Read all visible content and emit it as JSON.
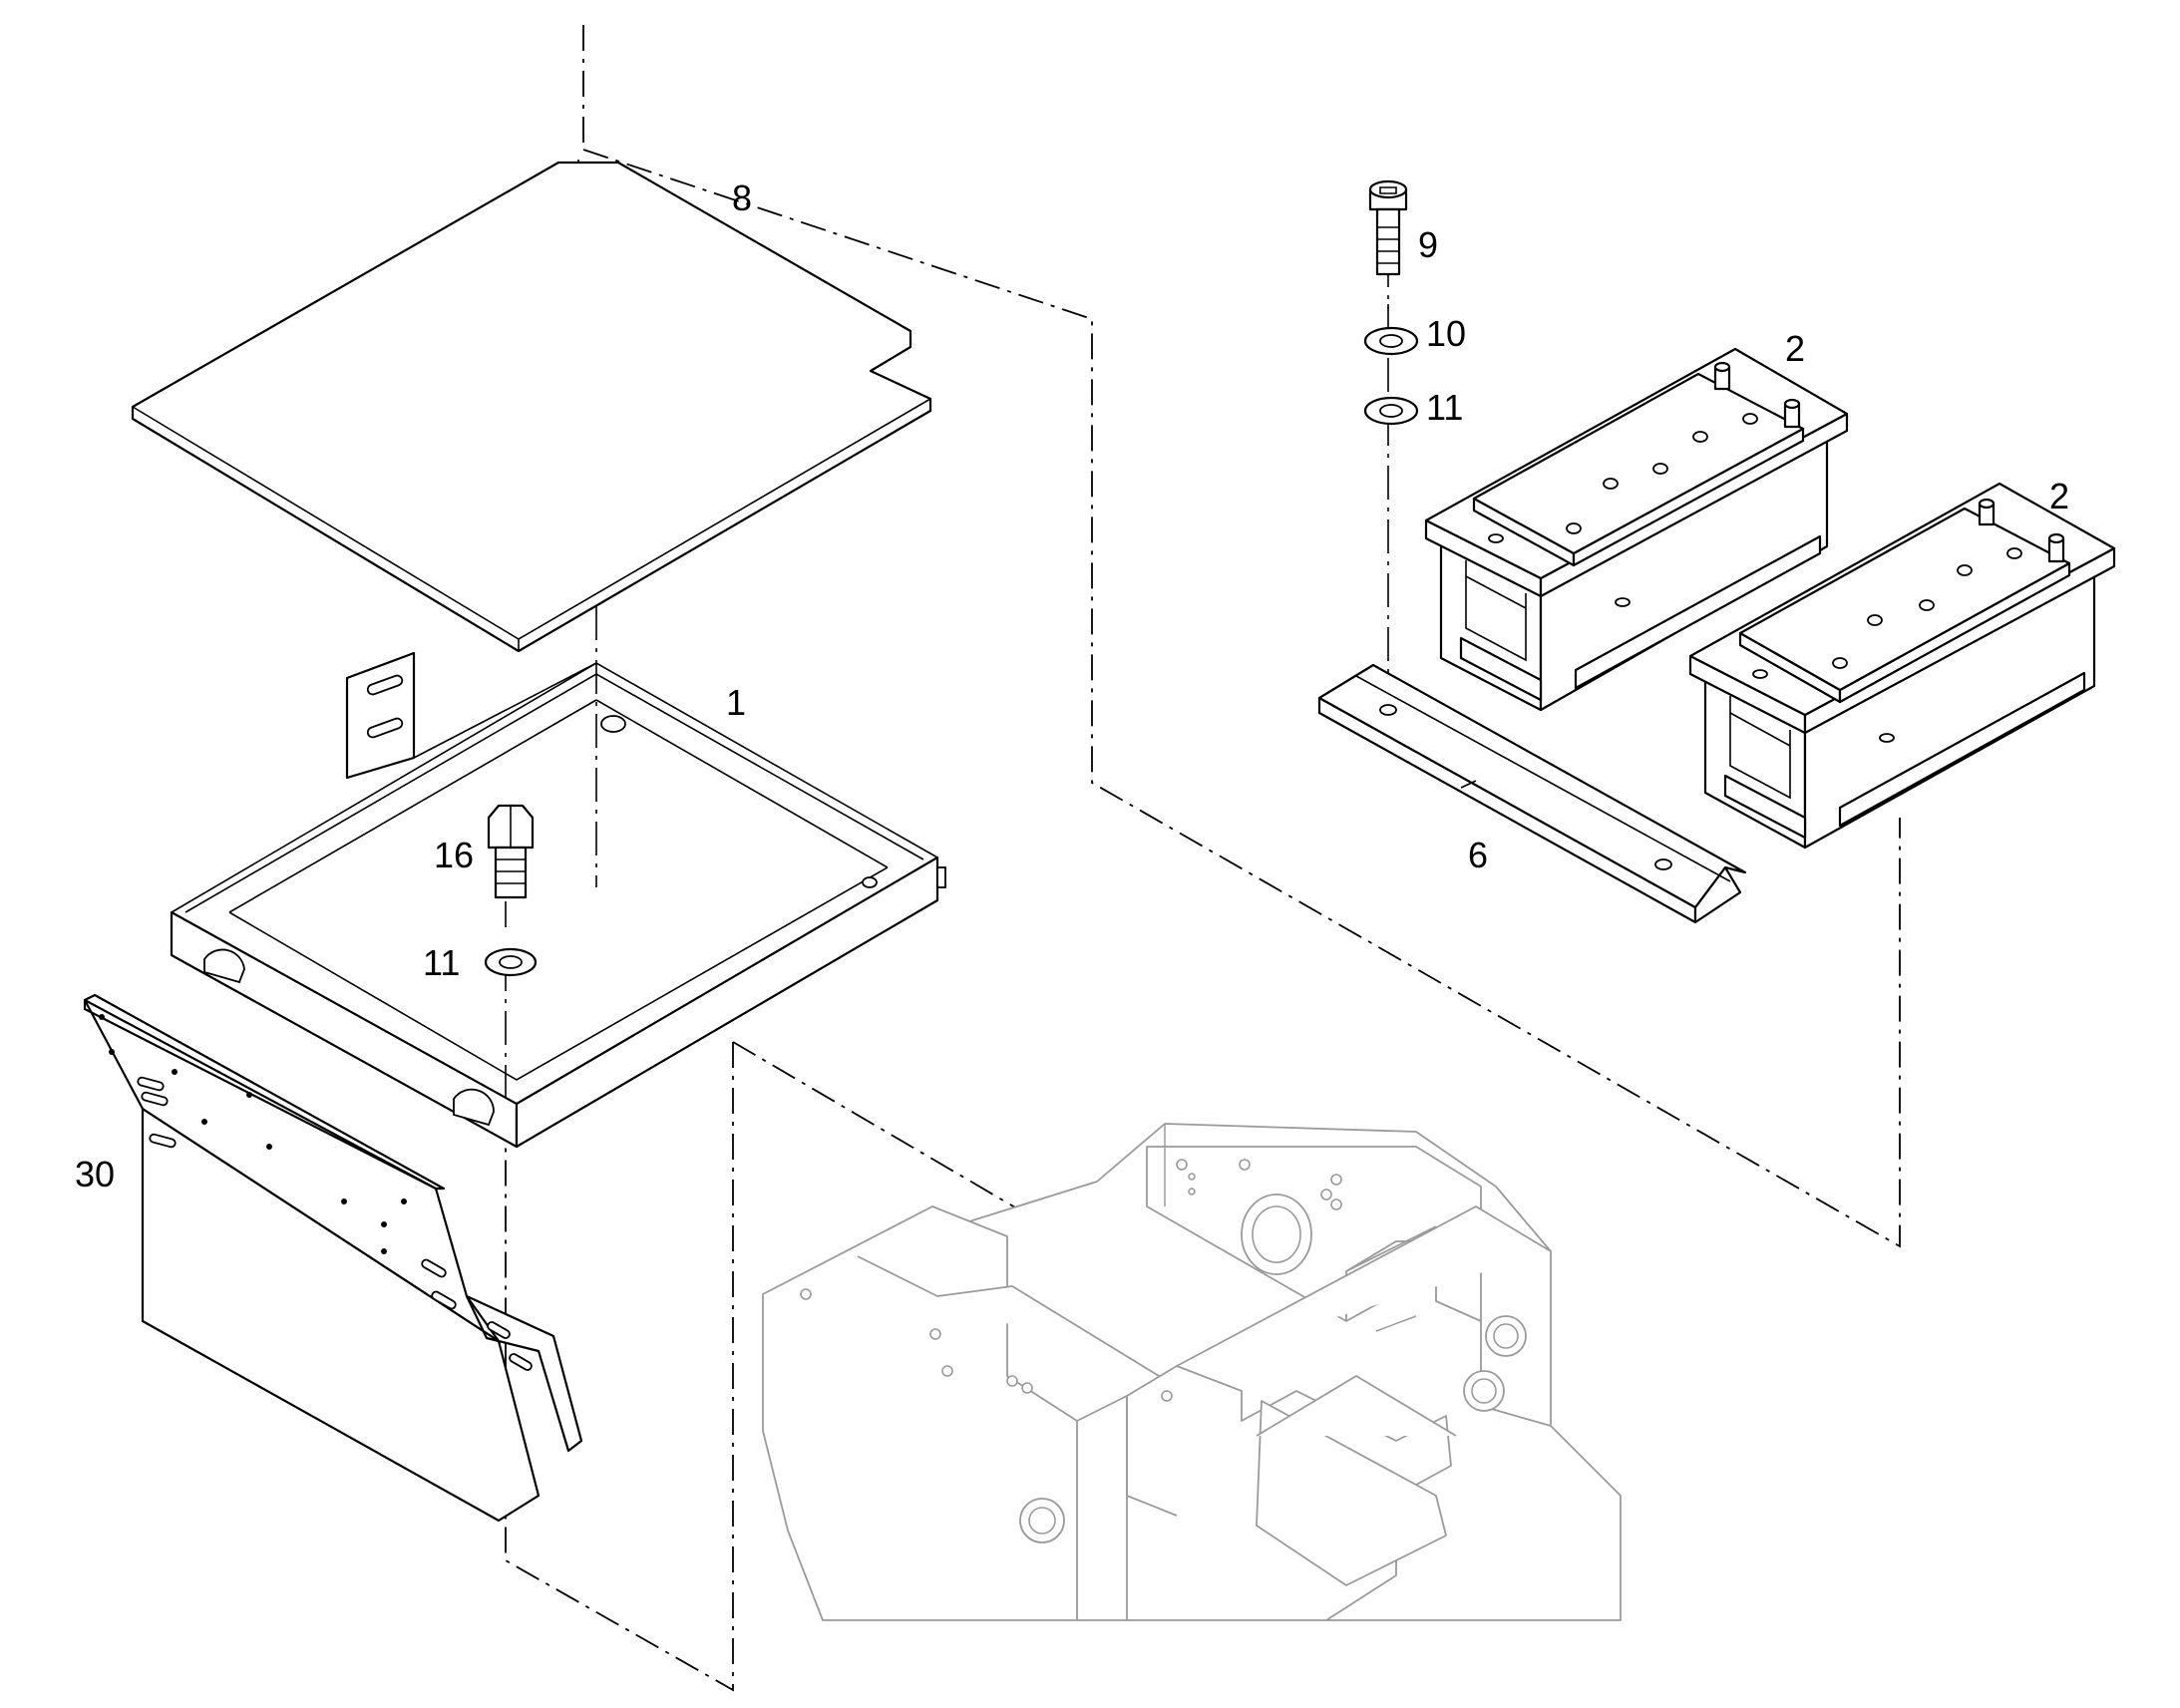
{
  "callouts": {
    "part_1": "1",
    "part_2a": "2",
    "part_2b": "2",
    "part_6": "6",
    "part_8": "8",
    "part_9": "9",
    "part_10": "10",
    "part_11a": "11",
    "part_11b": "11",
    "part_16": "16",
    "part_30": "30"
  },
  "colors": {
    "line": "#000000",
    "ghost_frame": "#9a9a9a",
    "background": "#ffffff"
  }
}
